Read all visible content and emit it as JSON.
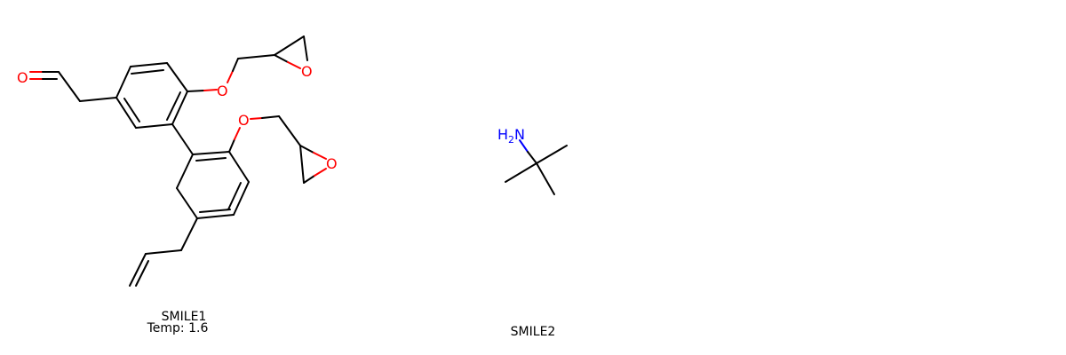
{
  "molecules": [
    {
      "caption": "SMILE1",
      "subcaption": "Temp: 1.6",
      "atoms": {
        "o_aldehyde": "O",
        "o_ether1": "O",
        "o_epoxide1": "O",
        "o_ether2": "O",
        "o_epoxide2": "O"
      }
    },
    {
      "caption": "SMILE2",
      "atoms": {
        "n_amine": "N",
        "h_amine": "H",
        "h_count": "2"
      }
    }
  ],
  "colors": {
    "oxygen": "#ff0000",
    "nitrogen": "#0000ff",
    "carbon_bond": "#000000",
    "background": "#ffffff"
  }
}
